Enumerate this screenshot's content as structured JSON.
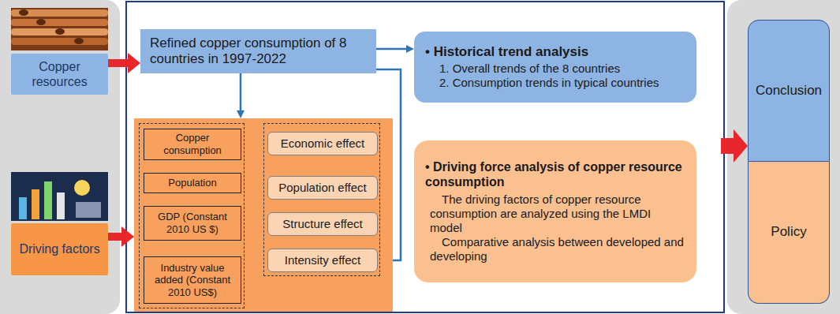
{
  "diagram": {
    "nodes": [
      {
        "text": [
          "Copper resources"
        ]
      },
      {
        "text": [
          "Driving factors"
        ]
      },
      {
        "text": [
          "Refined copper consumption of 8 countries in 1997-2022"
        ]
      },
      {
        "text": []
      },
      {
        "text": [],
        "in": 3
      },
      {
        "text": [
          "Copper consumption"
        ],
        "in": 4
      },
      {
        "text": [
          "Population"
        ],
        "in": 4
      },
      {
        "text": [
          "GDP (Constant 2010 US $)"
        ],
        "in": 4
      },
      {
        "text": [
          "Industry value added (Constant 2010 US$)"
        ],
        "in": 4
      },
      {
        "text": [],
        "in": 3
      },
      {
        "text": [
          "Economic effect"
        ],
        "in": 9
      },
      {
        "text": [
          "Population effect"
        ],
        "in": 9
      },
      {
        "text": [
          "Structure effect"
        ],
        "in": 9
      },
      {
        "text": [
          "Intensity effect"
        ],
        "in": 9
      },
      {
        "text": [
          "• Historical trend analysis",
          "1. Overall trends of the 8 countries",
          "2. Consumption trends in typical countries"
        ]
      },
      {
        "text": [
          "• Driving force analysis of copper resource consumption",
          "The driving factors of copper resource consumption are analyzed using the LMDI model",
          "Comparative analysis between developed and developing"
        ]
      },
      {
        "text": [
          "Conclusion"
        ]
      },
      {
        "text": [
          "Policy"
        ]
      }
    ],
    "edges": [
      {
        "from": 0,
        "to": 2,
        "arrow": "to"
      },
      {
        "from": 1,
        "to": 3,
        "arrow": "to"
      },
      {
        "from": 2,
        "to": 3,
        "arrow": "to"
      },
      {
        "from": 2,
        "to": 14,
        "arrow": "to"
      },
      {
        "from": 4,
        "to": 9,
        "arrow": "to"
      }
    ]
  }
}
